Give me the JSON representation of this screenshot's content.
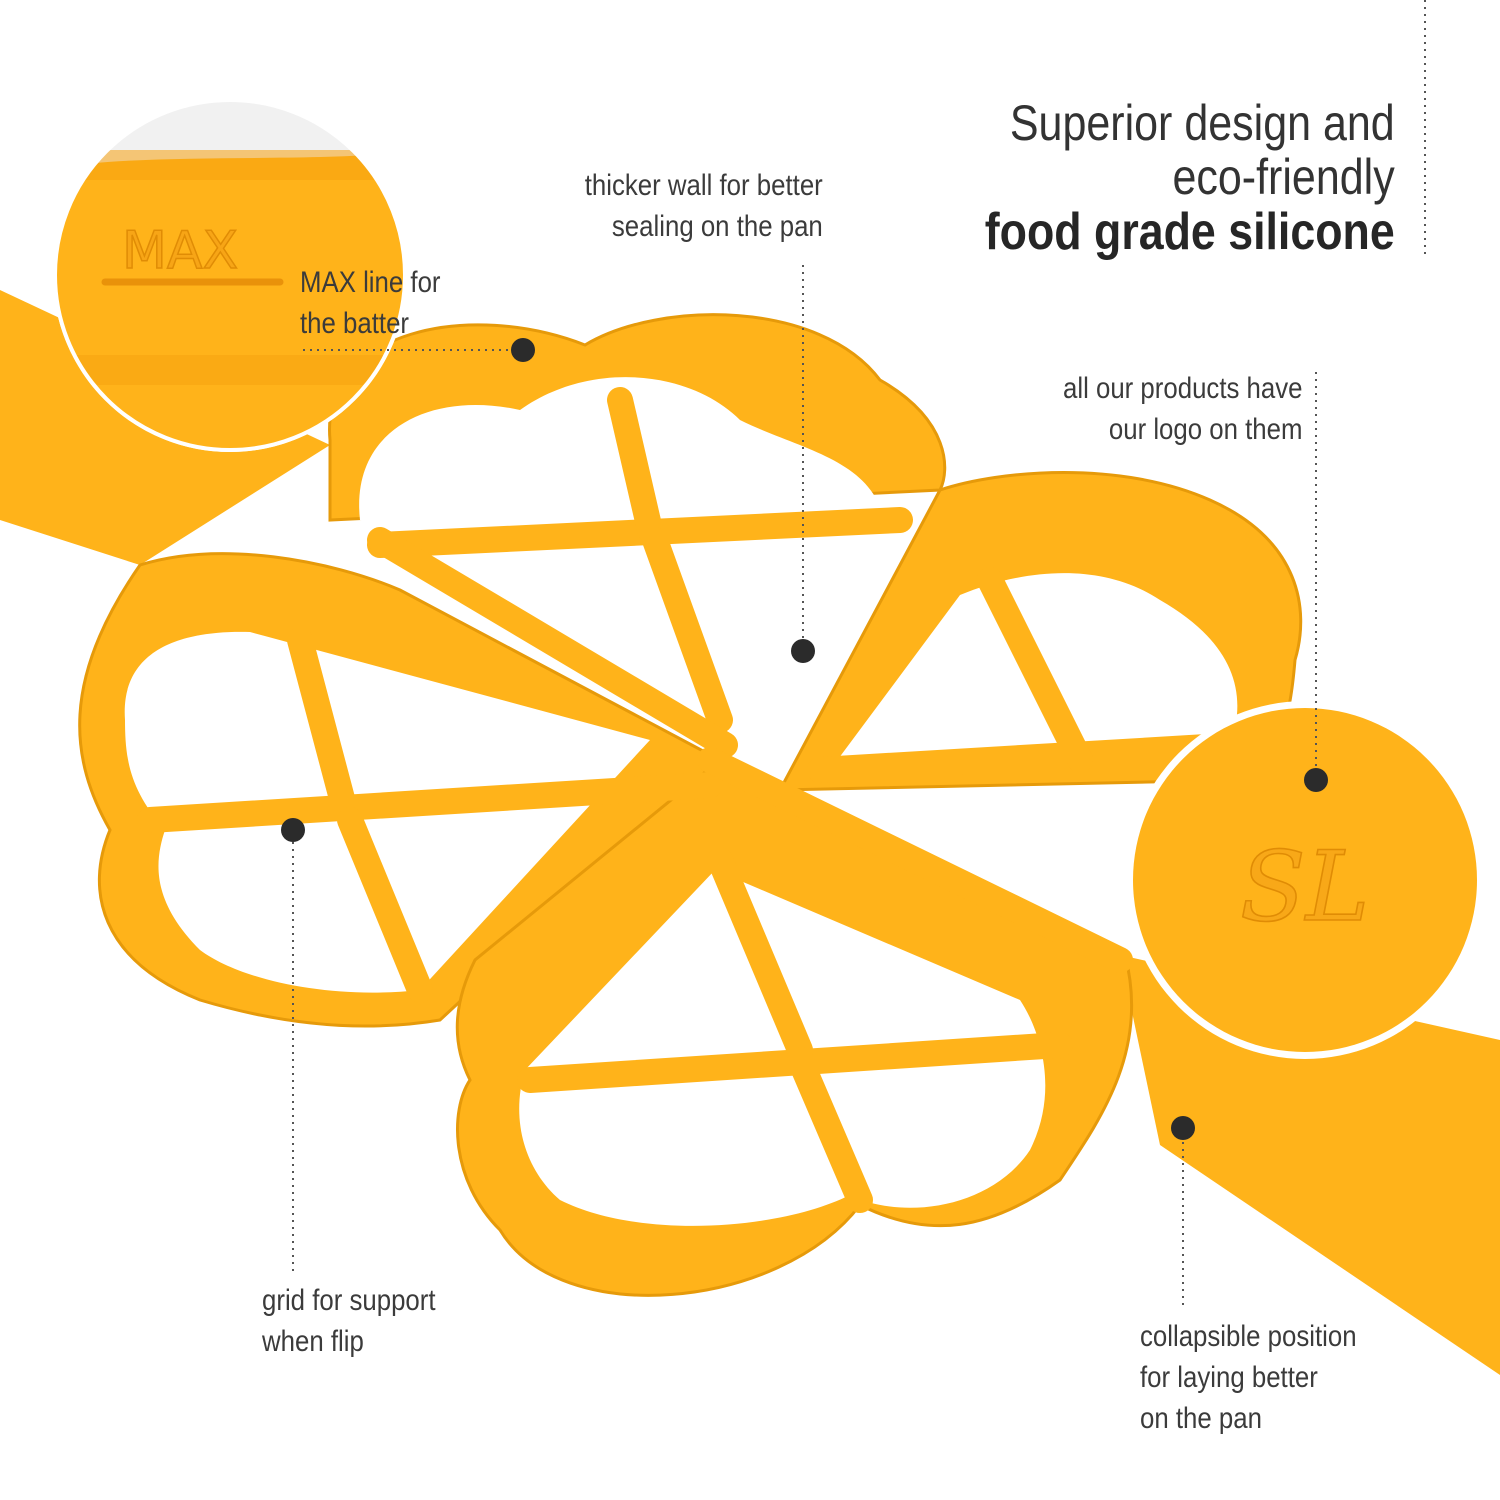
{
  "headline": {
    "line1": "Superior design and",
    "line2": "eco-friendly",
    "line3": "food grade silicone"
  },
  "callouts": {
    "wall": {
      "line1": "thicker wall for better",
      "line2": "sealing on the pan"
    },
    "max": {
      "line1": "MAX line for",
      "line2": "the batter"
    },
    "logo": {
      "line1": "all our products have",
      "line2": "our logo on them"
    },
    "grid": {
      "line1": "grid for support",
      "line2": "when flip"
    },
    "collapse": {
      "line1": "collapsible position",
      "line2": "for laying better",
      "line3": "on the pan"
    }
  },
  "zoom": {
    "max_mark": "MAX",
    "logo_mark": "SL"
  },
  "colors": {
    "silicone": "#FFB31A",
    "silicone_dark": "#F5A00E",
    "text": "#3b3b3b",
    "marker": "#2b2b2b"
  }
}
